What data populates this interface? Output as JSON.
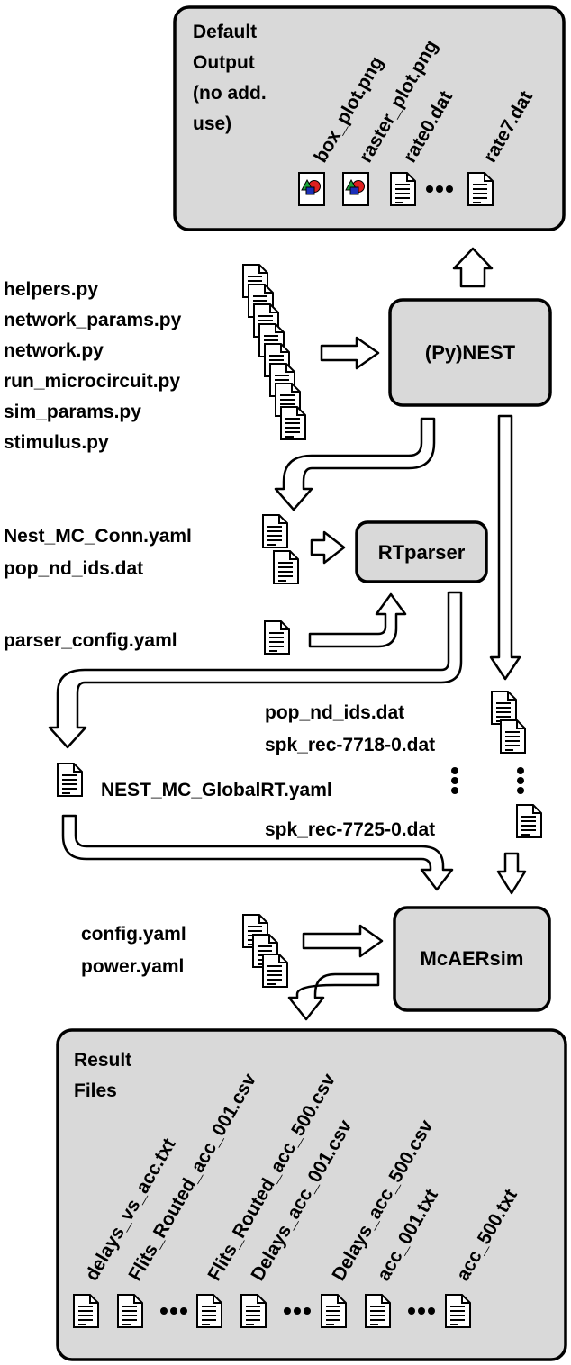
{
  "colors": {
    "box_fill": "#d9d9d9",
    "stroke": "#000000",
    "arrow_fill": "#ffffff",
    "image_icon_green": "#1aa33a",
    "image_icon_red": "#e02020",
    "image_icon_blue": "#1b2fb8"
  },
  "default_output": {
    "title_lines": [
      "Default",
      "Output",
      "(no add.",
      "use)"
    ],
    "files": [
      "box_plot.png",
      "raster_plot.png",
      "rate0.dat",
      "rate7.dat"
    ]
  },
  "python_files": [
    "helpers.py",
    "network_params.py",
    "network.py",
    "run_microcircuit.py",
    "sim_params.py",
    "stimulus.py"
  ],
  "nest": {
    "label": "(Py)NEST"
  },
  "rtparser": {
    "label": "RTparser",
    "inputs": [
      "Nest_MC_Conn.yaml",
      "pop_nd_ids.dat"
    ],
    "config": "parser_config.yaml"
  },
  "global_rt": {
    "label": "NEST_MC_GlobalRT.yaml"
  },
  "spike_files": {
    "ids": "pop_nd_ids.dat",
    "first": "spk_rec-7718-0.dat",
    "last": "spk_rec-7725-0.dat"
  },
  "mcaersim": {
    "label": "McAERsim",
    "inputs": [
      "config.yaml",
      "power.yaml"
    ]
  },
  "results": {
    "title_lines": [
      "Result",
      "Files"
    ],
    "files": [
      "delays_vs_acc.txt",
      "Flits_Routed_acc_001.csv",
      "Flits_Routed_acc_500.csv",
      "Delays_acc_001.csv",
      "Delays_acc_500.csv",
      "acc_001.txt",
      "acc_500.txt"
    ]
  },
  "icons": [
    "file-icon",
    "image-file-icon",
    "ellipsis-icon"
  ]
}
